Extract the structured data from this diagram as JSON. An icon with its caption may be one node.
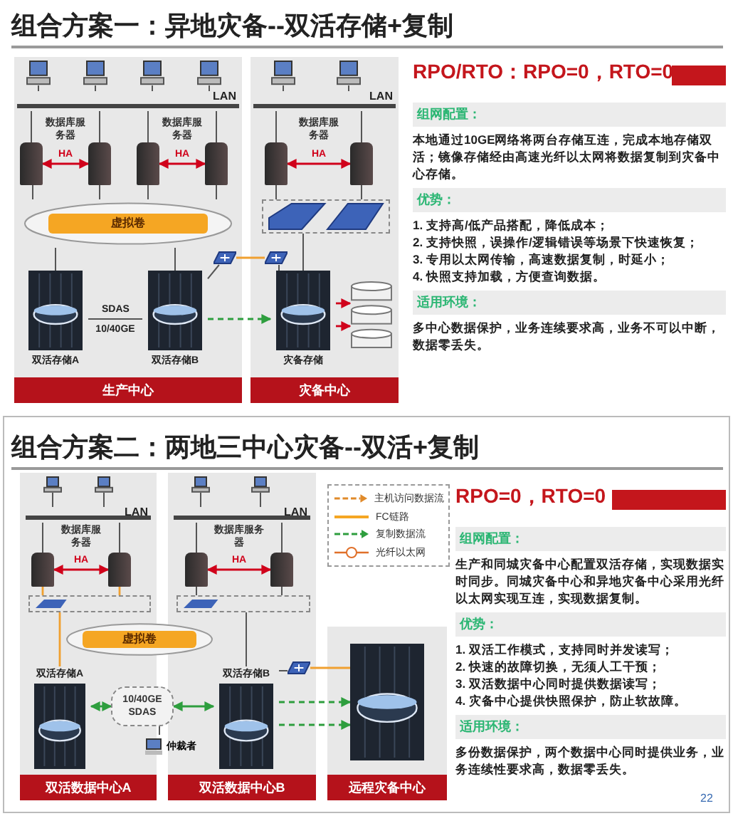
{
  "diagram": {
    "nodes": [
      {
        "text": [
          "生产中心"
        ]
      },
      {
        "text": [
          "灾备中心"
        ]
      },
      {
        "text": [
          "LAN"
        ],
        "in": 0
      },
      {
        "text": [
          "LAN"
        ],
        "in": 1
      },
      {
        "text": [],
        "shape": "picture",
        "in": 0
      },
      {
        "text": [],
        "shape": "picture",
        "in": 0
      },
      {
        "text": [],
        "shape": "picture",
        "in": 0
      },
      {
        "text": [],
        "shape": "picture",
        "in": 0
      },
      {
        "text": [],
        "shape": "picture",
        "in": 1
      },
      {
        "text": [],
        "shape": "picture",
        "in": 1
      },
      {
        "text": [],
        "shape": "picture",
        "in": 0
      },
      {
        "text": [],
        "shape": "picture",
        "in": 0
      },
      {
        "text": [],
        "shape": "picture",
        "in": 0
      },
      {
        "text": [],
        "shape": "picture",
        "in": 0
      },
      {
        "text": [],
        "shape": "picture",
        "in": 1
      },
      {
        "text": [],
        "shape": "picture",
        "in": 1
      },
      {
        "text": [
          "虚拟卷"
        ],
        "in": 0
      },
      {
        "text": [
          "双活存储A"
        ],
        "in": 0
      },
      {
        "text": [
          "双活存储B"
        ],
        "in": 0
      },
      {
        "text": [],
        "shape": "picture",
        "in": 1
      },
      {
        "text": [
          "灾备存储"
        ],
        "in": 1
      },
      {
        "text": [],
        "shape": "cylinder",
        "in": 1
      },
      {
        "text": [],
        "shape": "picture",
        "in": 0
      },
      {
        "text": [],
        "shape": "picture",
        "in": 1
      },
      {
        "text": [
          "双活数据中心A"
        ]
      },
      {
        "text": [
          "双活数据中心B"
        ]
      },
      {
        "text": [
          "远程灾备中心"
        ]
      },
      {
        "text": [
          "LAN"
        ],
        "in": 24
      },
      {
        "text": [
          "LAN"
        ],
        "in": 25
      },
      {
        "text": [],
        "shape": "picture",
        "in": 24
      },
      {
        "text": [],
        "shape": "picture",
        "in": 24
      },
      {
        "text": [],
        "shape": "picture",
        "in": 25
      },
      {
        "text": [],
        "shape": "picture",
        "in": 25
      },
      {
        "text": [],
        "shape": "picture",
        "in": 24
      },
      {
        "text": [],
        "shape": "picture",
        "in": 24
      },
      {
        "text": [],
        "shape": "picture",
        "in": 25
      },
      {
        "text": [],
        "shape": "picture",
        "in": 25
      },
      {
        "text": [],
        "shape": "picture",
        "in": 24
      },
      {
        "text": [],
        "shape": "picture",
        "in": 25
      },
      {
        "text": [
          "虚拟卷"
        ]
      },
      {
        "text": [
          "双活存储A"
        ],
        "in": 24
      },
      {
        "text": [
          "双活存储B"
        ],
        "in": 25
      },
      {
        "text": [
          "10/40GE",
          "SDAS"
        ]
      },
      {
        "text": [
          "仲裁者"
        ]
      },
      {
        "text": [],
        "shape": "picture",
        "in": 25
      },
      {
        "text": [],
        "shape": "picture",
        "in": 26
      }
    ],
    "edges": [
      {
        "from": 4,
        "to": 2,
        "arrow": "none"
      },
      {
        "from": 5,
        "to": 2,
        "arrow": "none"
      },
      {
        "from": 6,
        "to": 2,
        "arrow": "none"
      },
      {
        "from": 7,
        "to": 2,
        "arrow": "none"
      },
      {
        "from": 8,
        "to": 3,
        "arrow": "none"
      },
      {
        "from": 9,
        "to": 3,
        "arrow": "none"
      },
      {
        "from": 10,
        "to": 2,
        "arrow": "none"
      },
      {
        "from": 11,
        "to": 2,
        "arrow": "none"
      },
      {
        "from": 12,
        "to": 2,
        "arrow": "none"
      },
      {
        "from": 13,
        "to": 2,
        "arrow": "none"
      },
      {
        "from": 14,
        "to": 3,
        "arrow": "none"
      },
      {
        "from": 15,
        "to": 3,
        "arrow": "none"
      },
      {
        "from": 10,
        "to": 11,
        "arrow": "both",
        "label": "HA",
        "color": "#d0021b"
      },
      {
        "from": 12,
        "to": 13,
        "arrow": "both",
        "label": "HA",
        "color": "#d0021b"
      },
      {
        "from": 14,
        "to": 15,
        "arrow": "both",
        "label": "HA",
        "color": "#d0021b"
      },
      {
        "from": 10,
        "to": 16,
        "arrow": "none"
      },
      {
        "from": 11,
        "to": 16,
        "arrow": "none"
      },
      {
        "from": 12,
        "to": 16,
        "arrow": "none"
      },
      {
        "from": 13,
        "to": 16,
        "arrow": "none"
      },
      {
        "from": 14,
        "to": 19,
        "arrow": "none"
      },
      {
        "from": 15,
        "to": 19,
        "arrow": "none"
      },
      {
        "from": 16,
        "to": 17,
        "arrow": "none"
      },
      {
        "from": 16,
        "to": 18,
        "arrow": "none"
      },
      {
        "from": 19,
        "to": 20,
        "arrow": "none"
      },
      {
        "from": 17,
        "to": 18,
        "arrow": "none",
        "label": "SDAS"
      },
      {
        "from": 18,
        "to": 22,
        "arrow": "none"
      },
      {
        "from": 22,
        "to": 23,
        "arrow": "none",
        "color": "#f0a030"
      },
      {
        "from": 23,
        "to": 20,
        "arrow": "none"
      },
      {
        "from": 18,
        "to": 20,
        "arrow": "to",
        "style": "dashed",
        "color": "#2e9e3e"
      },
      {
        "from": 20,
        "to": 21,
        "arrow": "to",
        "color": "#d0021b"
      },
      {
        "from": 20,
        "to": 21,
        "arrow": "to",
        "color": "#d0021b"
      },
      {
        "from": 29,
        "to": 27,
        "arrow": "none"
      },
      {
        "from": 30,
        "to": 27,
        "arrow": "none"
      },
      {
        "from": 31,
        "to": 28,
        "arrow": "none"
      },
      {
        "from": 32,
        "to": 28,
        "arrow": "none"
      },
      {
        "from": 33,
        "to": 27,
        "arrow": "none"
      },
      {
        "from": 34,
        "to": 27,
        "arrow": "none"
      },
      {
        "from": 35,
        "to": 28,
        "arrow": "none"
      },
      {
        "from": 36,
        "to": 28,
        "arrow": "none"
      },
      {
        "from": 33,
        "to": 34,
        "arrow": "both",
        "label": "HA",
        "color": "#d0021b"
      },
      {
        "from": 35,
        "to": 36,
        "arrow": "both",
        "label": "HA",
        "color": "#d0021b"
      },
      {
        "from": 33,
        "to": 37,
        "arrow": "none",
        "color": "#f0a030"
      },
      {
        "from": 34,
        "to": 37,
        "arrow": "none",
        "color": "#f0a030"
      },
      {
        "from": 35,
        "to": 38,
        "arrow": "none"
      },
      {
        "from": 36,
        "to": 38,
        "arrow": "none"
      },
      {
        "from": 37,
        "to": 40,
        "arrow": "none",
        "color": "#f0a030"
      },
      {
        "from": 38,
        "to": 41,
        "arrow": "none"
      },
      {
        "from": 40,
        "to": 42,
        "arrow": "both",
        "color": "#2e9e3e"
      },
      {
        "from": 42,
        "to": 41,
        "arrow": "both",
        "color": "#2e9e3e"
      },
      {
        "from": 42,
        "to": 43,
        "arrow": "none"
      },
      {
        "from": 41,
        "to": 44,
        "arrow": "none"
      },
      {
        "from": 44,
        "to": 45,
        "arrow": "none",
        "color": "#f0a030"
      },
      {
        "from": 41,
        "to": 45,
        "arrow": "to",
        "style": "dashed",
        "color": "#2e9e3e"
      },
      {
        "from": 41,
        "to": 45,
        "arrow": "to",
        "style": "dashed",
        "color": "#2e9e3e"
      }
    ],
    "labels": [
      "组合方案一：异地灾备--双活存储+复制",
      "数据库服务器",
      "数据库服务器",
      "数据库服务器",
      "10/40GE",
      "RPO/RTO：RPO=0，RTO=0",
      "组网配置：",
      "本地通过10GE网络将两台存储互连，完成本地存储双活；镜像存储经由高速光纤以太网将数据复制到灾备中心存储。",
      "优势：",
      "1. 支持高/低产品搭配，降低成本；",
      "2. 支持快照，误操作/逻辑错误等场景下快速恢复；",
      "3. 专用以太网传输，高速数据复制，时延小；",
      "4. 快照支持加载，方便查询数据。",
      "适用环境：",
      "多中心数据保护，业务连续要求高，业务不可以中断，数据零丢失。",
      "组合方案二：两地三中心灾备--双活+复制",
      "数据库服务器",
      "数据库服务器",
      "RPO=0，RTO=0",
      "组网配置：",
      "生产和同城灾备中心配置双活存储，实现数据实时同步。同城灾备中心和异地灾备中心采用光纤以太网实现互连，实现数据复制。",
      "优势：",
      "1. 双活工作模式，支持同时并发读写；",
      "2. 快速的故障切换，无须人工干预；",
      "3. 双活数据中心同时提供数据读写；",
      "4. 灾备中心提供快照保护，防止软故障。",
      "适用环境：",
      "多份数据保护，两个数据中心同时提供业务，业务连续性要求高，数据零丢失。",
      "22"
    ],
    "legend": [
      {
        "text": "主机访问数据流"
      },
      {
        "text": "FC链路"
      },
      {
        "text": "复制数据流"
      },
      {
        "text": "光纤以太网"
      }
    ]
  }
}
